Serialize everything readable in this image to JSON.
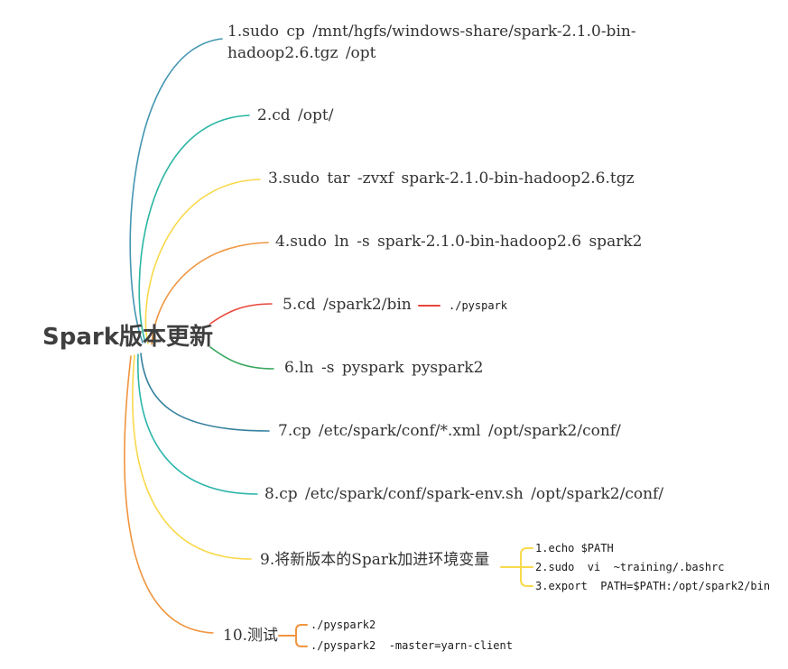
{
  "root": {
    "label": "Spark版本更新",
    "color": "#3f3f3f"
  },
  "branches": [
    {
      "label": "1.sudo cp /mnt/hgfs/windows-share/spark-2.1.0-bin-hadoop2.6.tgz /opt",
      "color": "#4496b2",
      "children": []
    },
    {
      "label": "2.cd /opt/",
      "color": "#2cb6a3",
      "children": []
    },
    {
      "label": "3.sudo tar -zvxf spark-2.1.0-bin-hadoop2.6.tgz",
      "color": "#f9d94c",
      "children": []
    },
    {
      "label": "4.sudo ln -s spark-2.1.0-bin-hadoop2.6 spark2",
      "color": "#f0953f",
      "children": []
    },
    {
      "label": "5.cd /spark2/bin",
      "color": "#e8473c",
      "children": [
        {
          "label": "./pyspark"
        }
      ]
    },
    {
      "label": "6.ln -s pyspark pyspark2",
      "color": "#35a65e",
      "children": []
    },
    {
      "label": "7.cp /etc/spark/conf/*.xml /opt/spark2/conf/",
      "color": "#35809e",
      "children": []
    },
    {
      "label": "8.cp /etc/spark/conf/spark-env.sh /opt/spark2/conf/",
      "color": "#2cb5ab",
      "children": []
    },
    {
      "label": "9.将新版本的Spark加进环境变量",
      "color": "#f9d94c",
      "children": [
        {
          "label": "1.echo $PATH"
        },
        {
          "label": "2.sudo  vi  ~training/.bashrc"
        },
        {
          "label": "3.export  PATH=$PATH:/opt/spark2/bin"
        }
      ]
    },
    {
      "label": "10.测试",
      "color": "#f0953f",
      "children": [
        {
          "label": "./pyspark2"
        },
        {
          "label": "./pyspark2  -master=yarn-client"
        }
      ]
    }
  ]
}
